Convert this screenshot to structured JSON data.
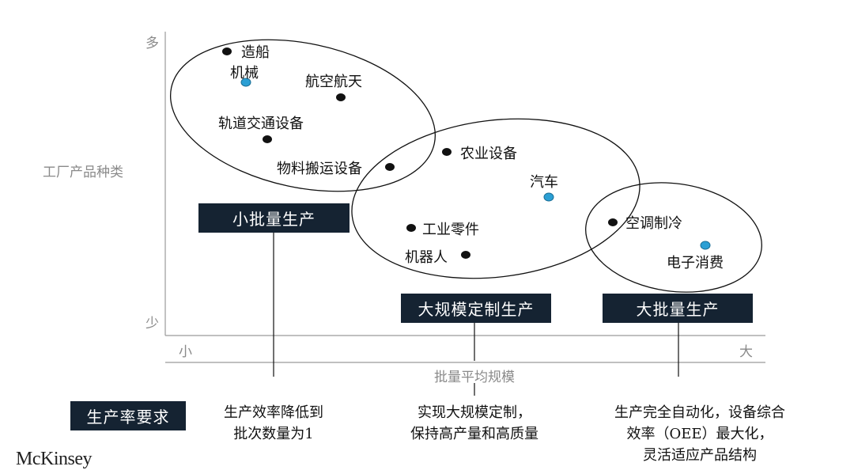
{
  "y_axis": {
    "title": "工厂产品种类",
    "high": "多",
    "low": "少"
  },
  "x_axis": {
    "title": "批量平均规模",
    "low": "小",
    "high": "大"
  },
  "points": [
    {
      "label": "造船",
      "color": "black"
    },
    {
      "label": "机械",
      "color": "blue"
    },
    {
      "label": "航空航天",
      "color": "black"
    },
    {
      "label": "轨道交通设备",
      "color": "black"
    },
    {
      "label": "物料搬运设备",
      "color": "black"
    },
    {
      "label": "农业设备",
      "color": "black"
    },
    {
      "label": "汽车",
      "color": "blue"
    },
    {
      "label": "工业零件",
      "color": "black"
    },
    {
      "label": "机器人",
      "color": "black"
    },
    {
      "label": "空调制冷",
      "color": "black"
    },
    {
      "label": "电子消费",
      "color": "blue"
    }
  ],
  "modes": [
    "小批量生产",
    "大规模定制生产",
    "大批量生产"
  ],
  "requirement_label": "生产率要求",
  "requirements": [
    [
      "生产效率降低到",
      "批次数量为1"
    ],
    [
      "实现大规模定制，",
      "保持高产量和高质量"
    ],
    [
      "生产完全自动化，设备综合",
      "效率（OEE）最大化，",
      "灵活适应产品结构"
    ]
  ],
  "brand": "McKinsey",
  "colors": {
    "dark_box": "#152332",
    "blue_dot": "#2b9fd4",
    "black_dot": "#111111",
    "axis_gray": "#8a8a8a"
  }
}
